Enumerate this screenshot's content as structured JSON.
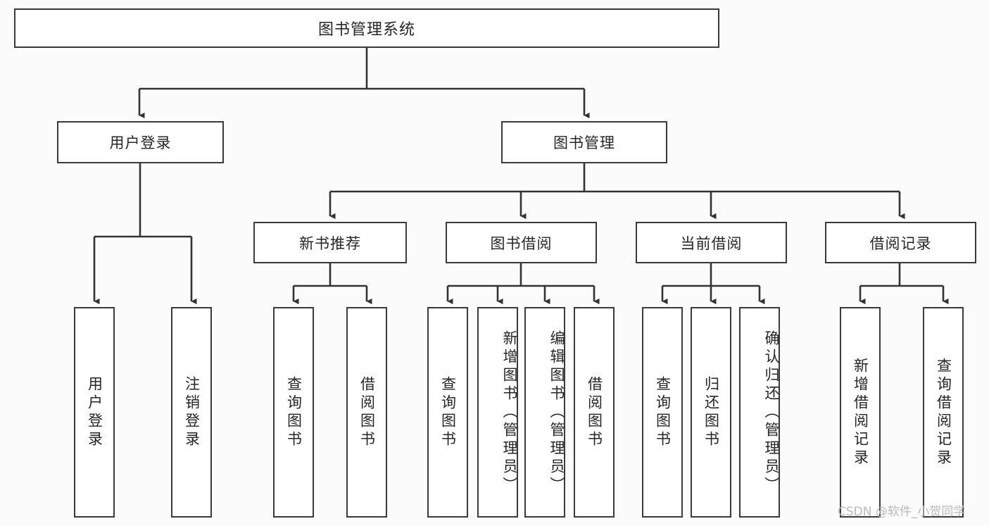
{
  "diagram": {
    "title": "图书管理系统",
    "type": "tree",
    "root": {
      "label": "图书管理系统"
    },
    "level2": [
      {
        "label": "用户登录"
      },
      {
        "label": "图书管理"
      }
    ],
    "level3": [
      {
        "label": "新书推荐"
      },
      {
        "label": "图书借阅"
      },
      {
        "label": "当前借阅"
      },
      {
        "label": "借阅记录"
      }
    ],
    "leaves": {
      "user_login": [
        {
          "label": "用户登录"
        },
        {
          "label": "注销登录"
        }
      ],
      "new_book_recommend": [
        {
          "label": "查询图书"
        },
        {
          "label": "借阅图书"
        }
      ],
      "book_borrow": [
        {
          "label": "查询图书"
        },
        {
          "label": "新增图书（管理员）"
        },
        {
          "label": "编辑图书（管理员）"
        },
        {
          "label": "借阅图书"
        }
      ],
      "current_borrow": [
        {
          "label": "查询图书"
        },
        {
          "label": "归还图书"
        },
        {
          "label": "确认归还（管理员）"
        }
      ],
      "borrow_record": [
        {
          "label": "新增借阅记录"
        },
        {
          "label": "查询借阅记录"
        }
      ]
    }
  },
  "watermark": {
    "text": "CSDN @软件_小贺同学"
  },
  "colors": {
    "background": "#fbfbfb",
    "node_fill": "#ffffff",
    "node_border": "#3a3a3a",
    "text": "#262626",
    "connector": "#333333",
    "watermark": "#b9b9b9"
  }
}
